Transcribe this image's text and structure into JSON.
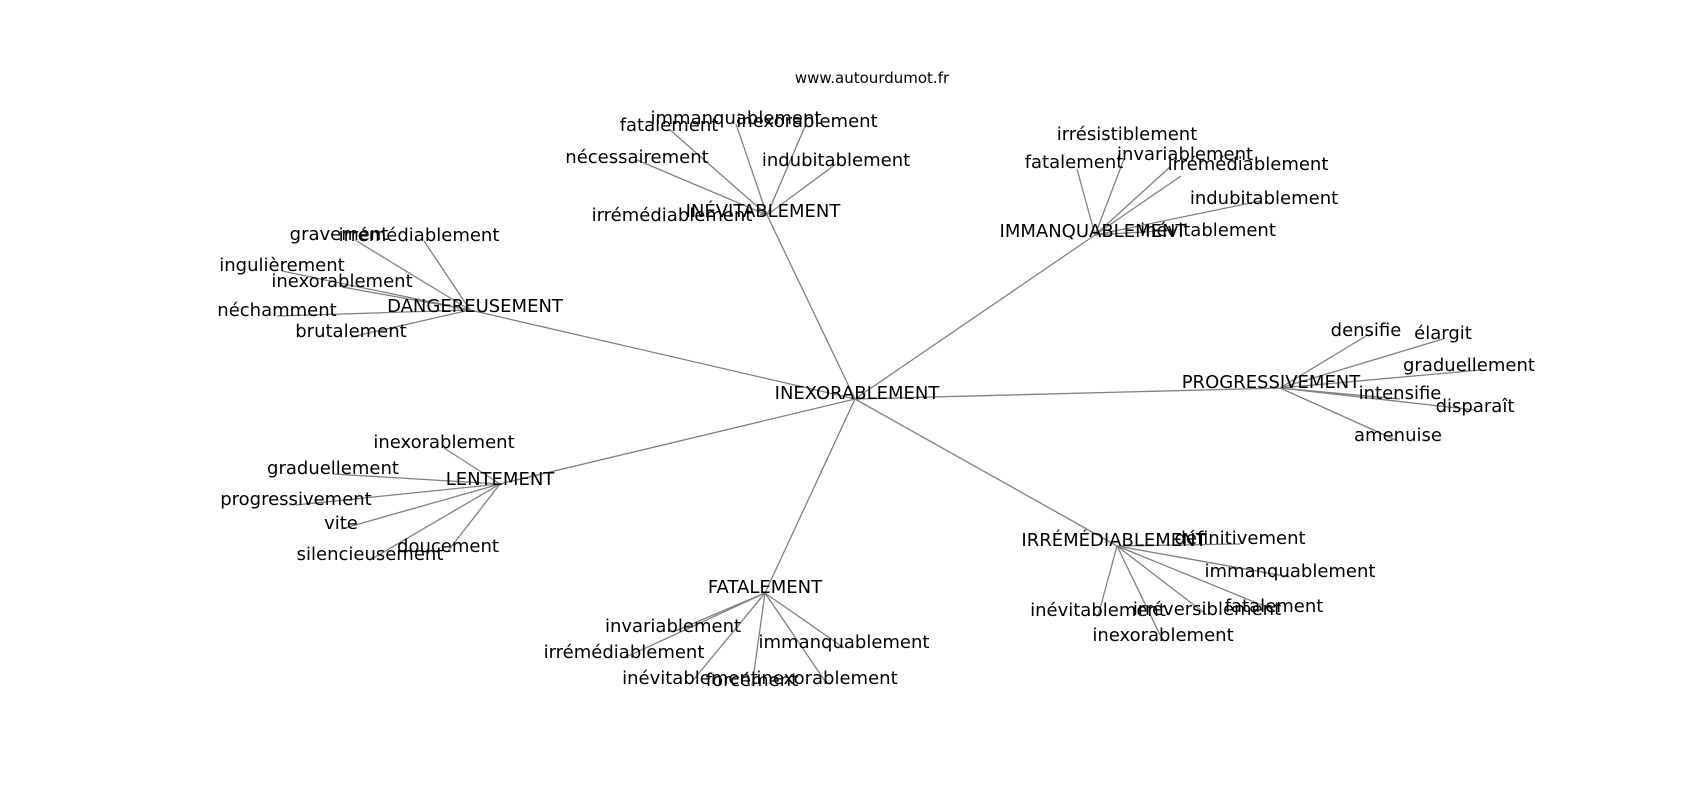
{
  "header": {
    "watermark": "www.autourdumot.fr"
  },
  "graph": {
    "center": "INEXORABLEMENT",
    "clusters": [
      {
        "hub": "INÉVITABLEMENT",
        "leaves": [
          "immanquablement",
          "inexorablement",
          "fatalement",
          "nécessairement",
          "indubitablement",
          "irrémédiablement"
        ]
      },
      {
        "hub": "IMMANQUABLEMENT",
        "leaves": [
          "irrésistiblement",
          "invariablement",
          "fatalement",
          "irrémédiablement",
          "indubitablement",
          "inévitablement"
        ]
      },
      {
        "hub": "DANGEREUSEMENT",
        "leaves": [
          "gravement",
          "irrémédiablement",
          "ingulièrement",
          "inexorablement",
          "néchamment",
          "brutalement"
        ]
      },
      {
        "hub": "PROGRESSIVEMENT",
        "leaves": [
          "densifie",
          "élargit",
          "graduellement",
          "intensifie",
          "disparaît",
          "amenuise"
        ]
      },
      {
        "hub": "LENTEMENT",
        "leaves": [
          "inexorablement",
          "graduellement",
          "progressivement",
          "vite",
          "doucement",
          "silencieusement"
        ]
      },
      {
        "hub": "IRRÉMÉDIABLEMENT",
        "leaves": [
          "définitivement",
          "immanquablement",
          "fatalement",
          "irréversiblement",
          "inévitablement",
          "inexorablement"
        ]
      },
      {
        "hub": "FATALEMENT",
        "leaves": [
          "invariablement",
          "irrémédiablement",
          "immanquablement",
          "inévitablement",
          "forcément",
          "inexorablement"
        ]
      }
    ]
  }
}
